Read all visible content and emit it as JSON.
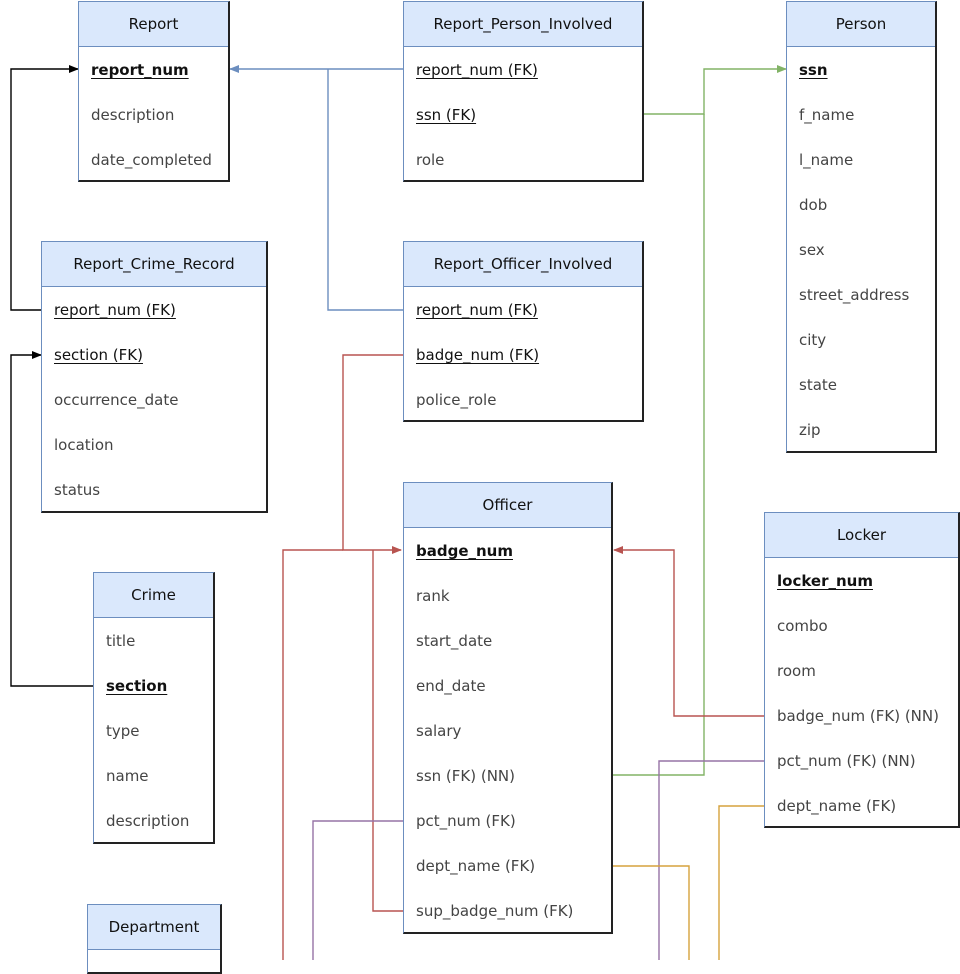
{
  "entities": {
    "report": {
      "title": "Report",
      "fields": [
        "report_num",
        "description",
        "date_completed"
      ]
    },
    "report_person_involved": {
      "title": "Report_Person_Involved",
      "fields": [
        "report_num (FK)",
        "ssn (FK)",
        "role"
      ]
    },
    "person": {
      "title": "Person",
      "fields": [
        "ssn",
        "f_name",
        "l_name",
        "dob",
        "sex",
        "street_address",
        "city",
        "state",
        "zip"
      ]
    },
    "report_crime_record": {
      "title": "Report_Crime_Record",
      "fields": [
        "report_num (FK)",
        "section (FK)",
        "occurrence_date",
        "location",
        "status"
      ]
    },
    "report_officer_involved": {
      "title": "Report_Officer_Involved",
      "fields": [
        "report_num (FK)",
        "badge_num (FK)",
        "police_role"
      ]
    },
    "officer": {
      "title": "Officer",
      "fields": [
        "badge_num",
        "rank",
        "start_date",
        "end_date",
        "salary",
        "ssn (FK) (NN)",
        "pct_num (FK)",
        "dept_name (FK)",
        "sup_badge_num (FK)"
      ]
    },
    "locker": {
      "title": "Locker",
      "fields": [
        "locker_num",
        "combo",
        "room",
        "badge_num (FK) (NN)",
        "pct_num (FK) (NN)",
        "dept_name (FK)"
      ]
    },
    "crime": {
      "title": "Crime",
      "fields": [
        "title",
        "section",
        "type",
        "name",
        "description"
      ]
    },
    "department": {
      "title": "Department",
      "fields": []
    }
  },
  "colors": {
    "black": "#000000",
    "blue": "#6c8ebf",
    "green": "#82b366",
    "red": "#b85450",
    "purple": "#9673a6",
    "orange": "#d6a23d",
    "header_fill": "#dae8fc"
  }
}
